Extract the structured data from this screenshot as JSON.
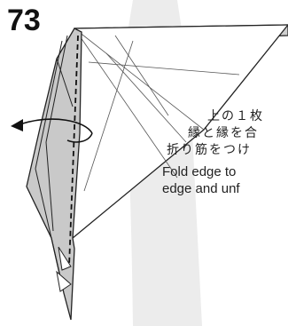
{
  "step_number": "73",
  "instructions": {
    "japanese": [
      "上の１枚",
      "縁と縁を合",
      "折り筋をつけ"
    ],
    "english": [
      "Fold edge to",
      "edge and unf"
    ]
  },
  "colors": {
    "paper_shaded": "#c8c8c8",
    "background_shape": "#e9e9e9",
    "line": "#222222"
  },
  "symbols": [
    "valley-fold-arrow",
    "dashed-fold-line"
  ]
}
